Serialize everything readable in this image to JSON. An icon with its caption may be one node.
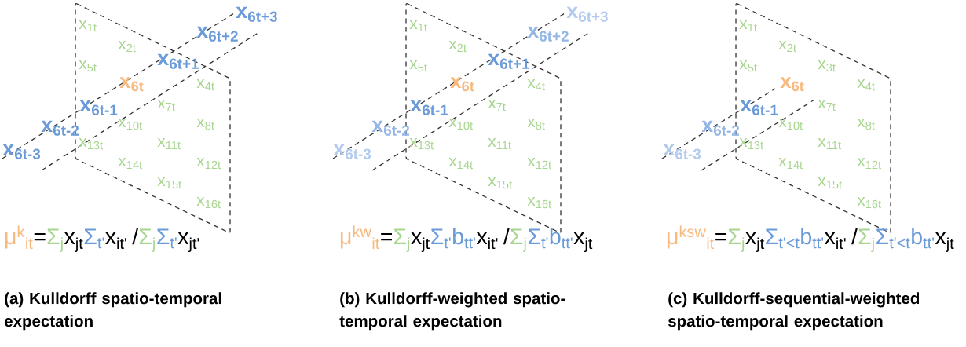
{
  "diagram": {
    "labels": [
      "x$_{1t}$",
      "x$_{2t}$",
      "x$_{5t}$",
      "x$_{6t}$",
      "x$_{4t}$",
      "x$_{7t}$",
      "x$_{10t}$",
      "x$_{8t}$",
      "x$_{13t}$",
      "x$_{11t}$",
      "x$_{14t}$",
      "x$_{12t}$",
      "x$_{15t}$",
      "x$_{16t}$",
      "x$_{6t-3}$",
      "x$_{6t-2}$",
      "x$_{6t-1}$",
      "x$_{6t+1}$",
      "x$_{6t+2}$",
      "x$_{6t+3}$",
      "μ$^{k}$$_{it}$",
      "=",
      "Σ$_{j}$",
      "x$_{jt}$",
      "Σ$_{t'}$",
      "x$_{it'}$",
      "/",
      "Σ$_{j}$",
      "Σ$_{t'}$",
      "x$_{jt'}$",
      "(a) Kulldorff spatio-temporal expectation",
      "x$_{1t}$",
      "x$_{2t}$",
      "x$_{5t}$",
      "x$_{6t}$",
      "x$_{4t}$",
      "x$_{7t}$",
      "x$_{10t}$",
      "x$_{8t}$",
      "x$_{13t}$",
      "x$_{11t}$",
      "x$_{14t}$",
      "x$_{12t}$",
      "x$_{15t}$",
      "x$_{16t}$",
      "x$_{6t-3}$",
      "x$_{6t-2}$",
      "x$_{6t-1}$",
      "x$_{6t+1}$",
      "x$_{6t+2}$",
      "x$_{6t+3}$",
      "μ$^{kw}$$_{it}$",
      "=",
      "Σ$_{j}$",
      "x$_{jt}$",
      "Σ$_{t'}$b$_{tt'}$",
      "x$_{it'}$",
      "/",
      "Σ$_{j}$",
      "Σ$_{t'}$b$_{tt'}$",
      "x$_{jt}$",
      "(b) Kulldorff-weighted spatio-temporal expectation",
      "x$_{1t}$",
      "x$_{2t}$",
      "x$_{5t}$",
      "x$_{3t}$",
      "x$_{6t}$",
      "x$_{4t}$",
      "x$_{7t}$",
      "x$_{10t}$",
      "x$_{8t}$",
      "x$_{13t}$",
      "x$_{11t}$",
      "x$_{14t}$",
      "x$_{12t}$",
      "x$_{15t}$",
      "x$_{16t}$",
      "x$_{6t-3}$",
      "x$_{6t-2}$",
      "x$_{6t-1}$",
      "μ$^{ksw}$$_{it}$",
      "=",
      "Σ$_{j}$",
      "x$_{jt}$",
      "Σ$_{t'<t}$b$_{tt'}$",
      "x$_{it'}$",
      "/",
      "Σ$_{j}$",
      "Σ$_{t'<t}$b$_{tt'}$",
      "x$_{jt}$",
      "(c) Kulldorff-sequential-weighted spatio-temporal expectation"
    ]
  }
}
